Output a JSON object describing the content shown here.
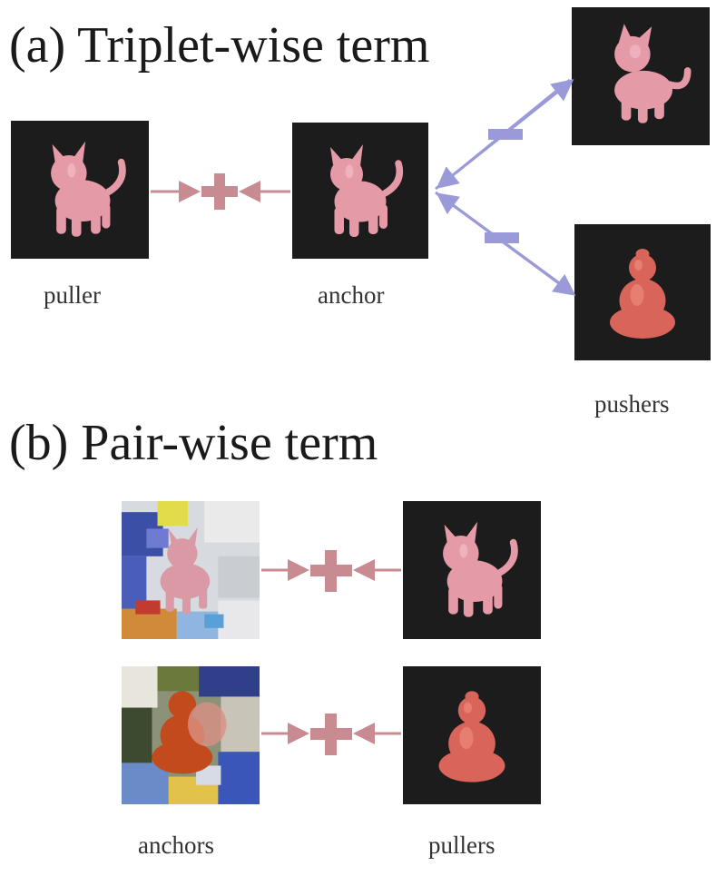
{
  "section_a": {
    "title": "(a) Triplet-wise term",
    "puller_label": "puller",
    "anchor_label": "anchor",
    "pushers_label": "pushers",
    "plus_sign": "+",
    "minus_sign": "−"
  },
  "section_b": {
    "title": "(b) Pair-wise term",
    "anchors_label": "anchors",
    "pullers_label": "pullers",
    "plus_sign": "+"
  },
  "colors": {
    "render_background": "#1c1c1c",
    "cat_object": "#e59aa8",
    "buddha_object": "#d9645a",
    "pull_connector": "#c98b92",
    "push_connector": "#9a9ad8"
  },
  "objects": [
    "cat-figurine",
    "buddha-figurine"
  ]
}
